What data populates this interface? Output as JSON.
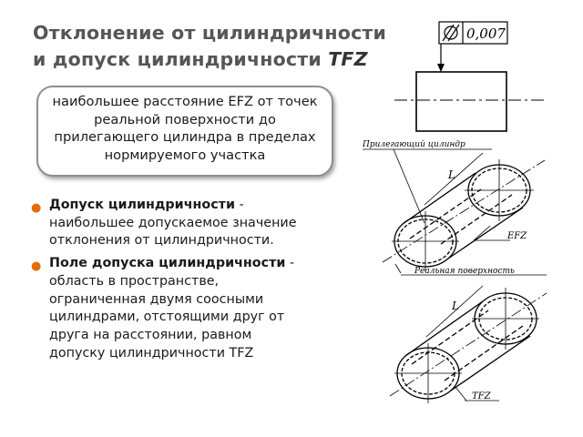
{
  "slide": {
    "title_line1": "Отклонение от цилиндричности",
    "title_line2": "и допуск цилиндричности ",
    "title_abbr": "TFZ"
  },
  "callout": {
    "text": "наибольшее расстояние EFZ от точек реальной поверхности до прилегающего цилиндра в пределах нормируемого участка"
  },
  "bullets": [
    {
      "term": "Допуск цилиндричности",
      "desc": " - наибольшее допускаемое значение отклонения от цилиндричности."
    },
    {
      "term": "Поле допуска цилиндричности",
      "desc": " - область в пространстве, ограниченная двумя соосными цилиндрами, отстоящими друг от друга на расстоянии, равном допуску цилиндричности TFZ"
    }
  ],
  "drawing": {
    "tolerance_value": "0,007",
    "label_adjacent_cylinder": "Прилегающий цилиндр",
    "label_real_surface": "Реальная поверхность",
    "label_efz": "EFZ",
    "label_tfz": "TFZ",
    "label_length_1": "L",
    "label_length_2": "L"
  },
  "colors": {
    "title": "#565656",
    "bullet": "#e36c0a",
    "callout_border": "#8e8e8e"
  }
}
